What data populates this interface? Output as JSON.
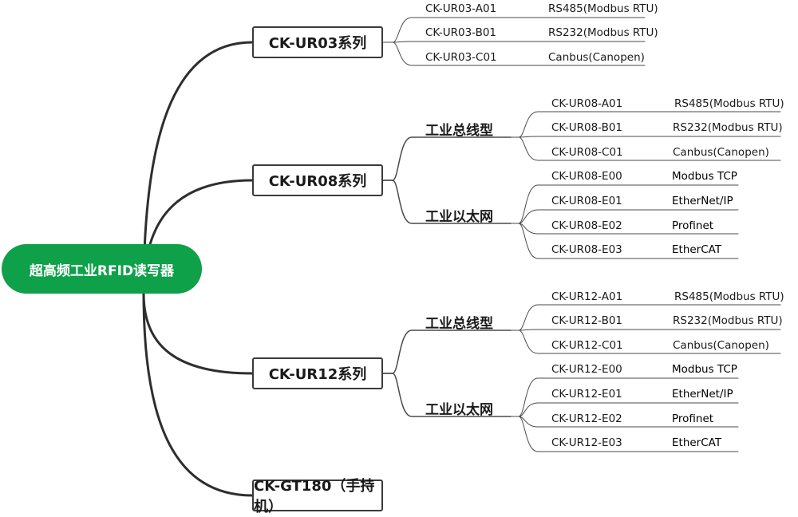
{
  "root": {
    "label": "超高频工业RFID读写器"
  },
  "series": [
    {
      "id": "ur03",
      "label": "CK-UR03系列",
      "models": [
        {
          "model": "CK-UR03-A01",
          "protocol": "RS485(Modbus RTU)"
        },
        {
          "model": "CK-UR03-B01",
          "protocol": "RS232(Modbus RTU)"
        },
        {
          "model": "CK-UR03-C01",
          "protocol": "Canbus(Canopen)"
        }
      ]
    },
    {
      "id": "ur08",
      "label": "CK-UR08系列",
      "categories": [
        {
          "label": "工业总线型",
          "models": [
            {
              "model": "CK-UR08-A01",
              "protocol": "RS485(Modbus RTU)"
            },
            {
              "model": "CK-UR08-B01",
              "protocol": "RS232(Modbus RTU)"
            },
            {
              "model": "CK-UR08-C01",
              "protocol": "Canbus(Canopen)"
            }
          ]
        },
        {
          "label": "工业以太网",
          "models": [
            {
              "model": "CK-UR08-E00",
              "protocol": "Modbus TCP"
            },
            {
              "model": "CK-UR08-E01",
              "protocol": "EtherNet/IP"
            },
            {
              "model": "CK-UR08-E02",
              "protocol": "Profinet"
            },
            {
              "model": "CK-UR08-E03",
              "protocol": "EtherCAT"
            }
          ]
        }
      ]
    },
    {
      "id": "ur12",
      "label": "CK-UR12系列",
      "categories": [
        {
          "label": "工业总线型",
          "models": [
            {
              "model": "CK-UR12-A01",
              "protocol": "RS485(Modbus RTU)"
            },
            {
              "model": "CK-UR12-B01",
              "protocol": "RS232(Modbus RTU)"
            },
            {
              "model": "CK-UR12-C01",
              "protocol": "Canbus(Canopen)"
            }
          ]
        },
        {
          "label": "工业以太网",
          "models": [
            {
              "model": "CK-UR12-E00",
              "protocol": "Modbus TCP"
            },
            {
              "model": "CK-UR12-E01",
              "protocol": "EtherNet/IP"
            },
            {
              "model": "CK-UR12-E02",
              "protocol": "Profinet"
            },
            {
              "model": "CK-UR12-E03",
              "protocol": "EtherCAT"
            }
          ]
        }
      ]
    },
    {
      "id": "gt180",
      "label": "CK-GT180（手持机）"
    }
  ]
}
